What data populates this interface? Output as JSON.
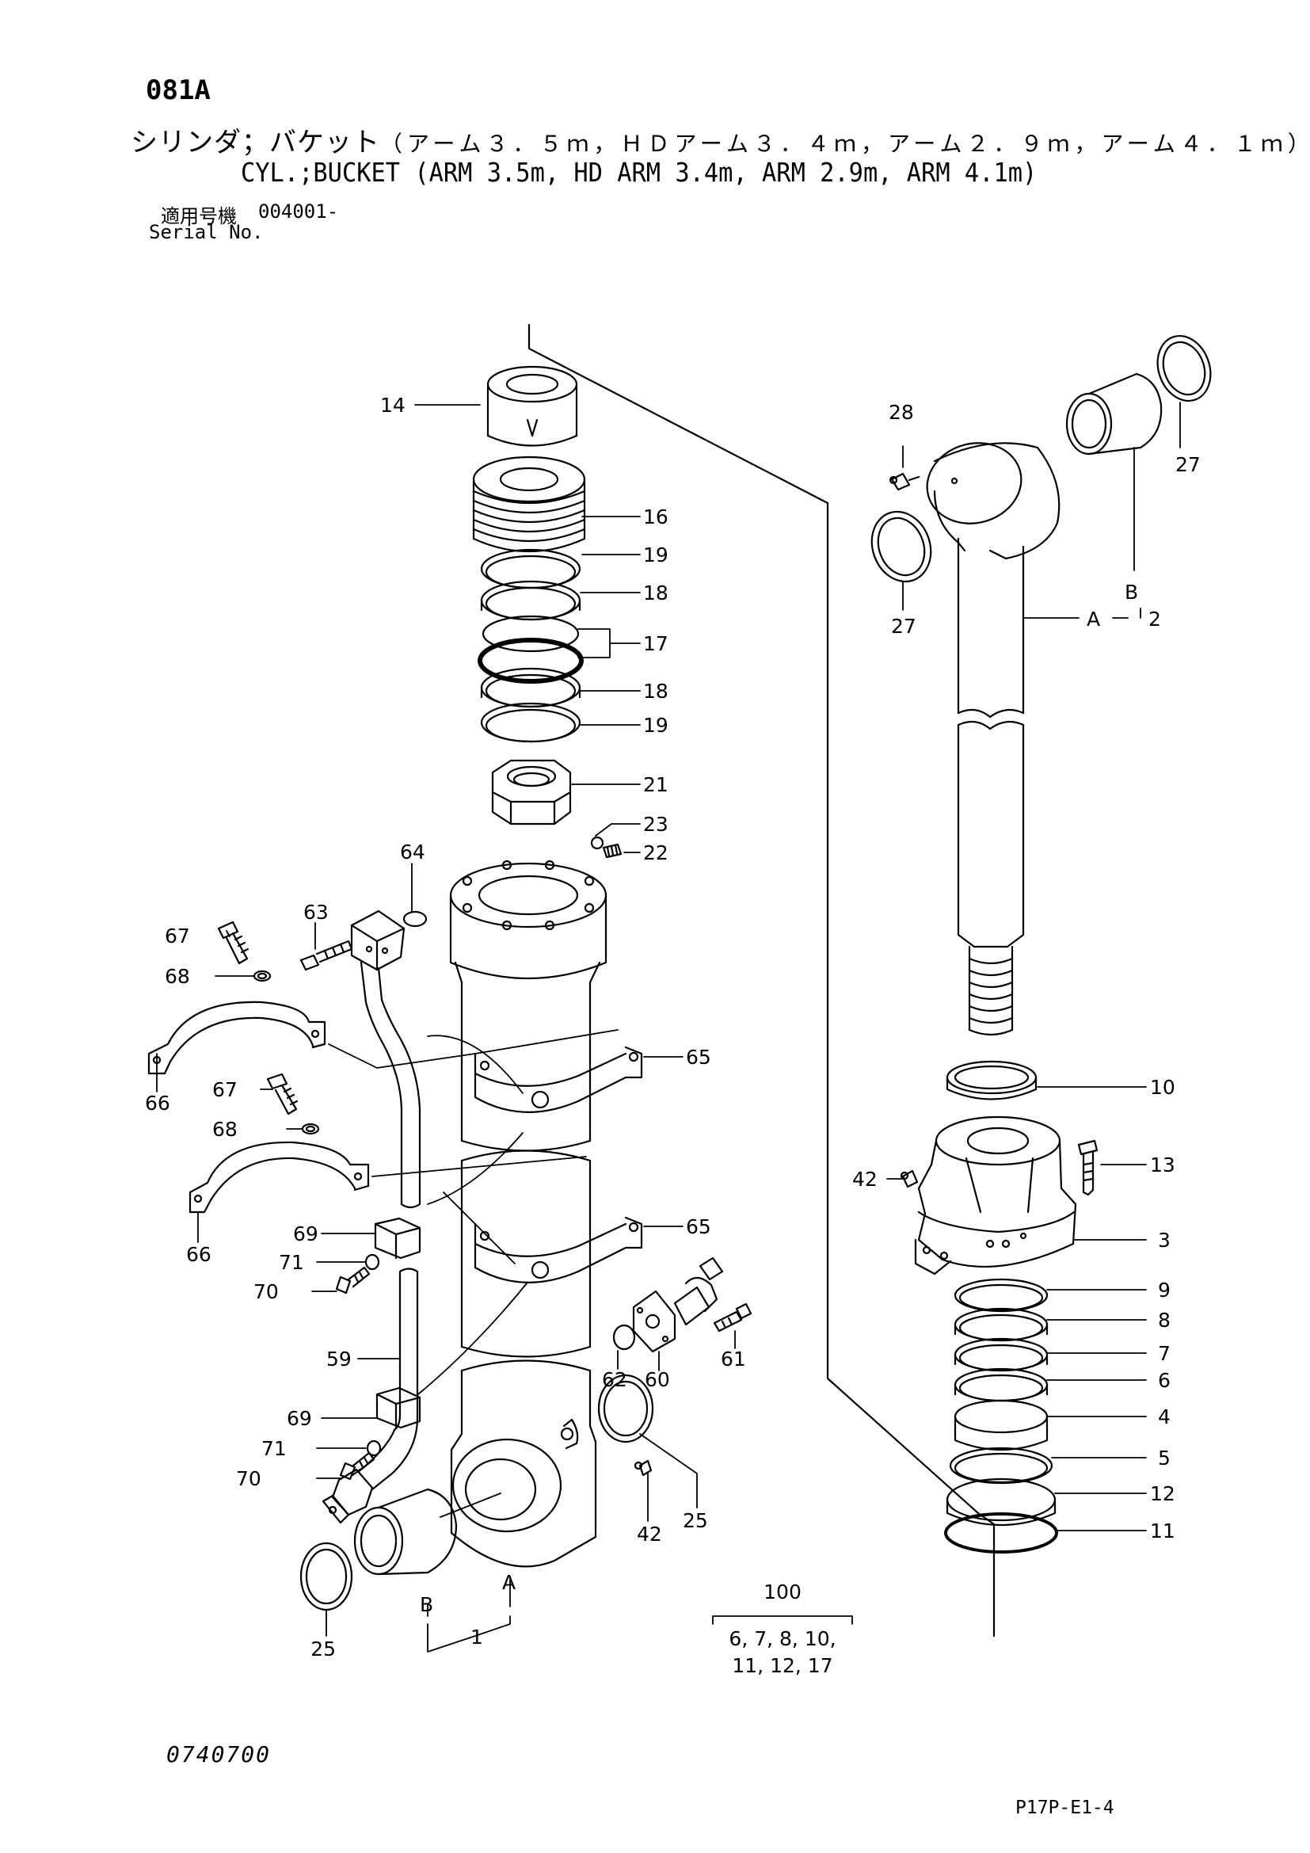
{
  "header": {
    "code": "081A",
    "title_jp_main": "シリンダ；バケット",
    "title_jp_sub": "（アーム３．５ｍ，ＨＤアーム３．４ｍ，アーム２．９ｍ，アーム４．１ｍ）",
    "title_en": "CYL.;BUCKET (ARM 3.5m, HD ARM 3.4m, ARM 2.9m, ARM 4.1m)",
    "serial_label_jp": "適用号機",
    "serial_number": "004001-",
    "serial_label_en": "Serial No."
  },
  "callouts": {
    "c14": "14",
    "c16": "16",
    "c19a": "19",
    "c18a": "18",
    "c17": "17",
    "c18b": "18",
    "c19b": "19",
    "c21": "21",
    "c23": "23",
    "c22": "22",
    "c64": "64",
    "c63": "63",
    "c67a": "67",
    "c68a": "68",
    "c65a": "65",
    "c66a": "66",
    "c67b": "67",
    "c68b": "68",
    "c66b": "66",
    "c69a": "69",
    "c71a": "71",
    "c70a": "70",
    "c65b": "65",
    "c62": "62",
    "c60": "60",
    "c61": "61",
    "c59": "59",
    "c69b": "69",
    "c71b": "71",
    "c70b": "70",
    "c25a": "25",
    "c42a": "42",
    "c25b": "25",
    "cA1": "A",
    "cB1": "B",
    "c1": "1",
    "c28": "28",
    "c27a": "27",
    "c27b": "27",
    "cB2": "B",
    "cA2": "A",
    "c2": "2",
    "c10": "10",
    "c42b": "42",
    "c13": "13",
    "c3": "3",
    "c9": "9",
    "c8": "8",
    "c7": "7",
    "c6": "6",
    "c4": "4",
    "c5": "5",
    "c12": "12",
    "c11": "11"
  },
  "kit": {
    "number": "100",
    "line1": "6, 7, 8, 10,",
    "line2": "11, 12, 17"
  },
  "footer": {
    "drawing_number": "0740700",
    "page_ref": "P17P-E1-4"
  }
}
